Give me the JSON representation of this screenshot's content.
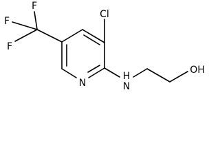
{
  "molecule": {
    "atoms": {
      "f_top": "F",
      "f_left": "F",
      "f_bottom": "F",
      "cl": "Cl",
      "n_ring": "N",
      "nh": "H",
      "nh_n": "N",
      "oh": "OH"
    }
  },
  "colors": {
    "bond": "#000000",
    "label": "#000000",
    "background": "#ffffff"
  }
}
